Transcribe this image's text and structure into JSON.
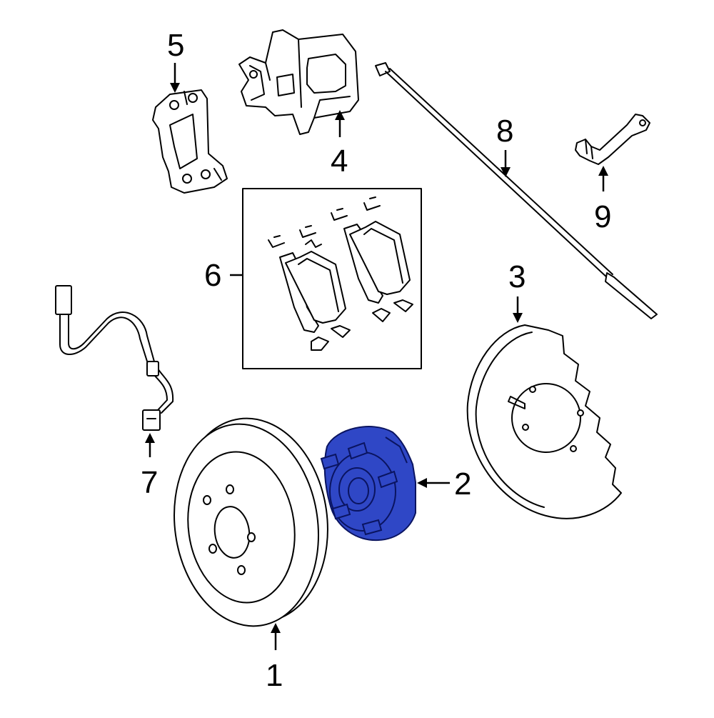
{
  "colors": {
    "highlight": "#2f47c6",
    "highlight_edge": "#0a1460",
    "line": "#000000",
    "background": "#ffffff"
  },
  "callouts": [
    {
      "number": "1",
      "part": "rotor"
    },
    {
      "number": "2",
      "part": "hub-assembly"
    },
    {
      "number": "3",
      "part": "backing-plate"
    },
    {
      "number": "4",
      "part": "caliper"
    },
    {
      "number": "5",
      "part": "caliper-bracket"
    },
    {
      "number": "6",
      "part": "brake-pads-kit"
    },
    {
      "number": "7",
      "part": "wear-sensor-harness"
    },
    {
      "number": "8",
      "part": "brake-cable"
    },
    {
      "number": "9",
      "part": "cable-bracket"
    }
  ],
  "highlighted_part": "hub-assembly"
}
